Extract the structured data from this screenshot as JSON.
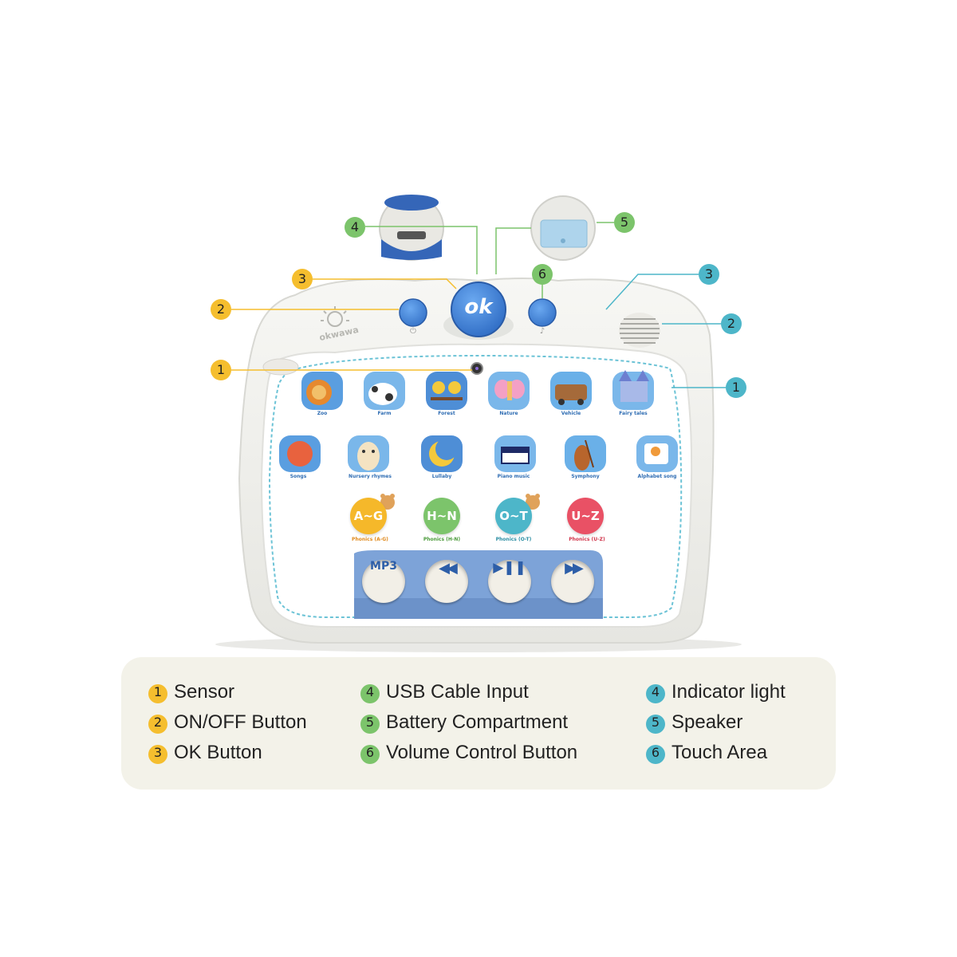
{
  "brand": "okwawa",
  "ok_button_label": "ok",
  "callouts": {
    "left": [
      "3",
      "2",
      "1"
    ],
    "top_left": "4",
    "top_right": "5",
    "volume": "6",
    "right": [
      "3",
      "2",
      "1"
    ]
  },
  "tiles_row1": [
    {
      "label": "Zoo"
    },
    {
      "label": "Farm"
    },
    {
      "label": "Forest"
    },
    {
      "label": "Nature"
    },
    {
      "label": "Vehicle"
    },
    {
      "label": "Fairy tales"
    }
  ],
  "tiles_row2": [
    {
      "label": "Songs"
    },
    {
      "label": "Nursery rhymes"
    },
    {
      "label": "Lullaby"
    },
    {
      "label": "Piano music"
    },
    {
      "label": "Symphony"
    },
    {
      "label": "Alphabet song"
    }
  ],
  "phonics": [
    {
      "text": "A~G",
      "label": "Phonics (A-G)",
      "color": "#f5b82a",
      "label_color": "#e08a1e"
    },
    {
      "text": "H~N",
      "label": "Phonics (H-N)",
      "color": "#7cc46b",
      "label_color": "#4a9a3a"
    },
    {
      "text": "O~T",
      "label": "Phonics (O-T)",
      "color": "#4db6c9",
      "label_color": "#2b8ea3"
    },
    {
      "text": "U~Z",
      "label": "Phonics (U-Z)",
      "color": "#e95165",
      "label_color": "#d0364c"
    }
  ],
  "controls": {
    "mp3": "MP3",
    "prev_icon": "previous-track-icon",
    "play_icon": "play-pause-icon",
    "next_icon": "next-track-icon"
  },
  "legend": {
    "col1": [
      {
        "num": "1",
        "text": "Sensor"
      },
      {
        "num": "2",
        "text": "ON/OFF Button"
      },
      {
        "num": "3",
        "text": "OK Button"
      }
    ],
    "col2": [
      {
        "num": "4",
        "text": "USB Cable Input"
      },
      {
        "num": "5",
        "text": "Battery Compartment"
      },
      {
        "num": "6",
        "text": "Volume Control Button"
      }
    ],
    "col3": [
      {
        "num": "4",
        "text": "Indicator light"
      },
      {
        "num": "5",
        "text": "Speaker"
      },
      {
        "num": "6",
        "text": "Touch Area"
      }
    ]
  },
  "colors": {
    "yellow": "#f5be2e",
    "green": "#7cc46b",
    "teal": "#4db6c9",
    "device_blue": "#4a86d6",
    "panel_blue": "#7da3d8"
  }
}
